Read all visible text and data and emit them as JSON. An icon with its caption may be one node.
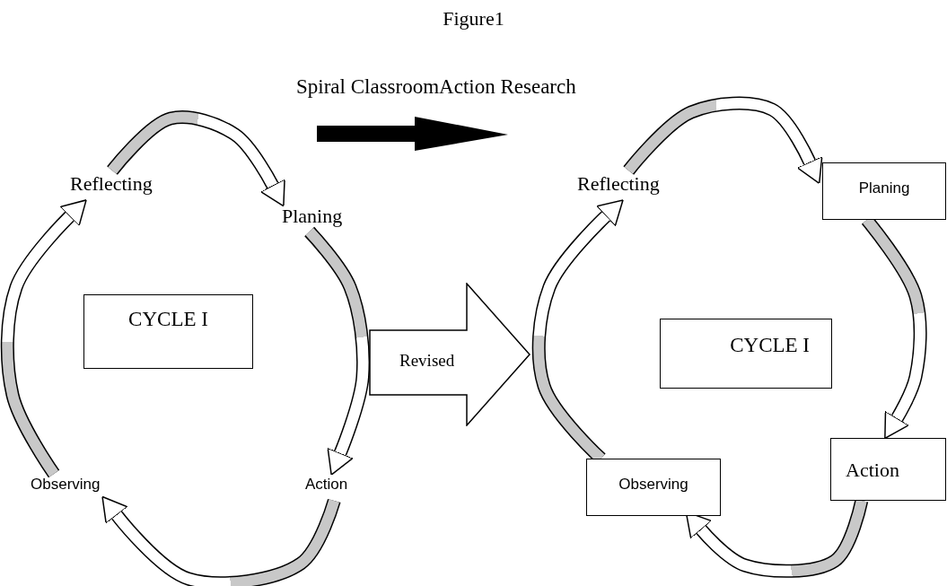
{
  "diagram": {
    "title": "Figure1",
    "nodes": [
      {
        "text": [
          "Reflecting"
        ]
      },
      {
        "text": [
          "Planing"
        ]
      },
      {
        "text": [
          "CYCLE I"
        ]
      },
      {
        "text": [
          "Action"
        ]
      },
      {
        "text": [
          "Observing"
        ]
      },
      {
        "text": [
          "Revised"
        ]
      },
      {
        "text": [
          "Reflecting"
        ]
      },
      {
        "text": [
          "Planing"
        ]
      },
      {
        "text": [
          "CYCLE I"
        ]
      },
      {
        "text": [
          "Action"
        ]
      },
      {
        "text": [
          "Observing"
        ]
      }
    ],
    "edges": [
      {
        "from": 0,
        "to": 1,
        "arrow": "to"
      },
      {
        "from": 1,
        "to": 3,
        "arrow": "to"
      },
      {
        "from": 3,
        "to": 4,
        "arrow": "to"
      },
      {
        "from": 4,
        "to": 0,
        "arrow": "to"
      },
      {
        "from": 6,
        "to": 7,
        "arrow": "to"
      },
      {
        "from": 7,
        "to": 9,
        "arrow": "to"
      },
      {
        "from": 9,
        "to": 10,
        "arrow": "to"
      },
      {
        "from": 10,
        "to": 6,
        "arrow": "to"
      }
    ],
    "labels": [
      "Spiral ClassroomAction Research"
    ]
  }
}
